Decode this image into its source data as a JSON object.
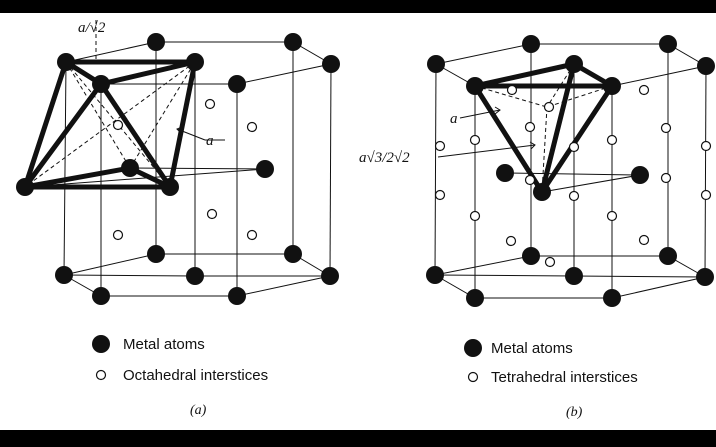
{
  "figure": {
    "panel_a": {
      "legend_metal": "Metal atoms",
      "legend_interstice": "Octahedral interstices",
      "caption": "(a)",
      "label_diag": "a/√2",
      "label_edge": "a"
    },
    "panel_b": {
      "legend_metal": "Metal atoms",
      "legend_interstice": "Tetrahedral interstices",
      "caption": "(b)",
      "label_edge": "a",
      "label_height": "a√3/2√2"
    }
  }
}
